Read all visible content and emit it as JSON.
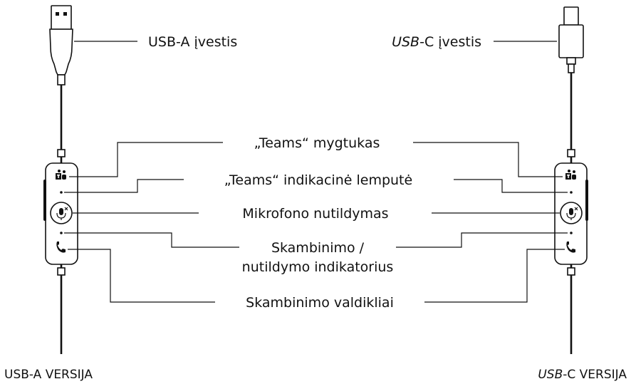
{
  "labels": {
    "usb_a_input": "USB-A įvestis",
    "usb_c_input_italic": "USB",
    "usb_c_input_rest": "-C įvestis",
    "teams_button": "„Teams“ mygtukas",
    "teams_indicator": "„Teams“ indikacinė lemputė",
    "mic_mute": "Mikrofono nutildymas",
    "call_mute_indicator_line1": "Skambinimo /",
    "call_mute_indicator_line2": "nutildymo indikatorius",
    "call_controls": "Skambinimo valdikliai"
  },
  "versions": {
    "usb_a": "USB-A VERSIJA",
    "usb_c_italic": "USB",
    "usb_c_rest": "-C VERSIJA"
  },
  "icons": {
    "teams": "teams-icon",
    "microphone_mute": "microphone-mute-icon",
    "phone": "phone-icon",
    "led": "led-indicator-icon"
  }
}
